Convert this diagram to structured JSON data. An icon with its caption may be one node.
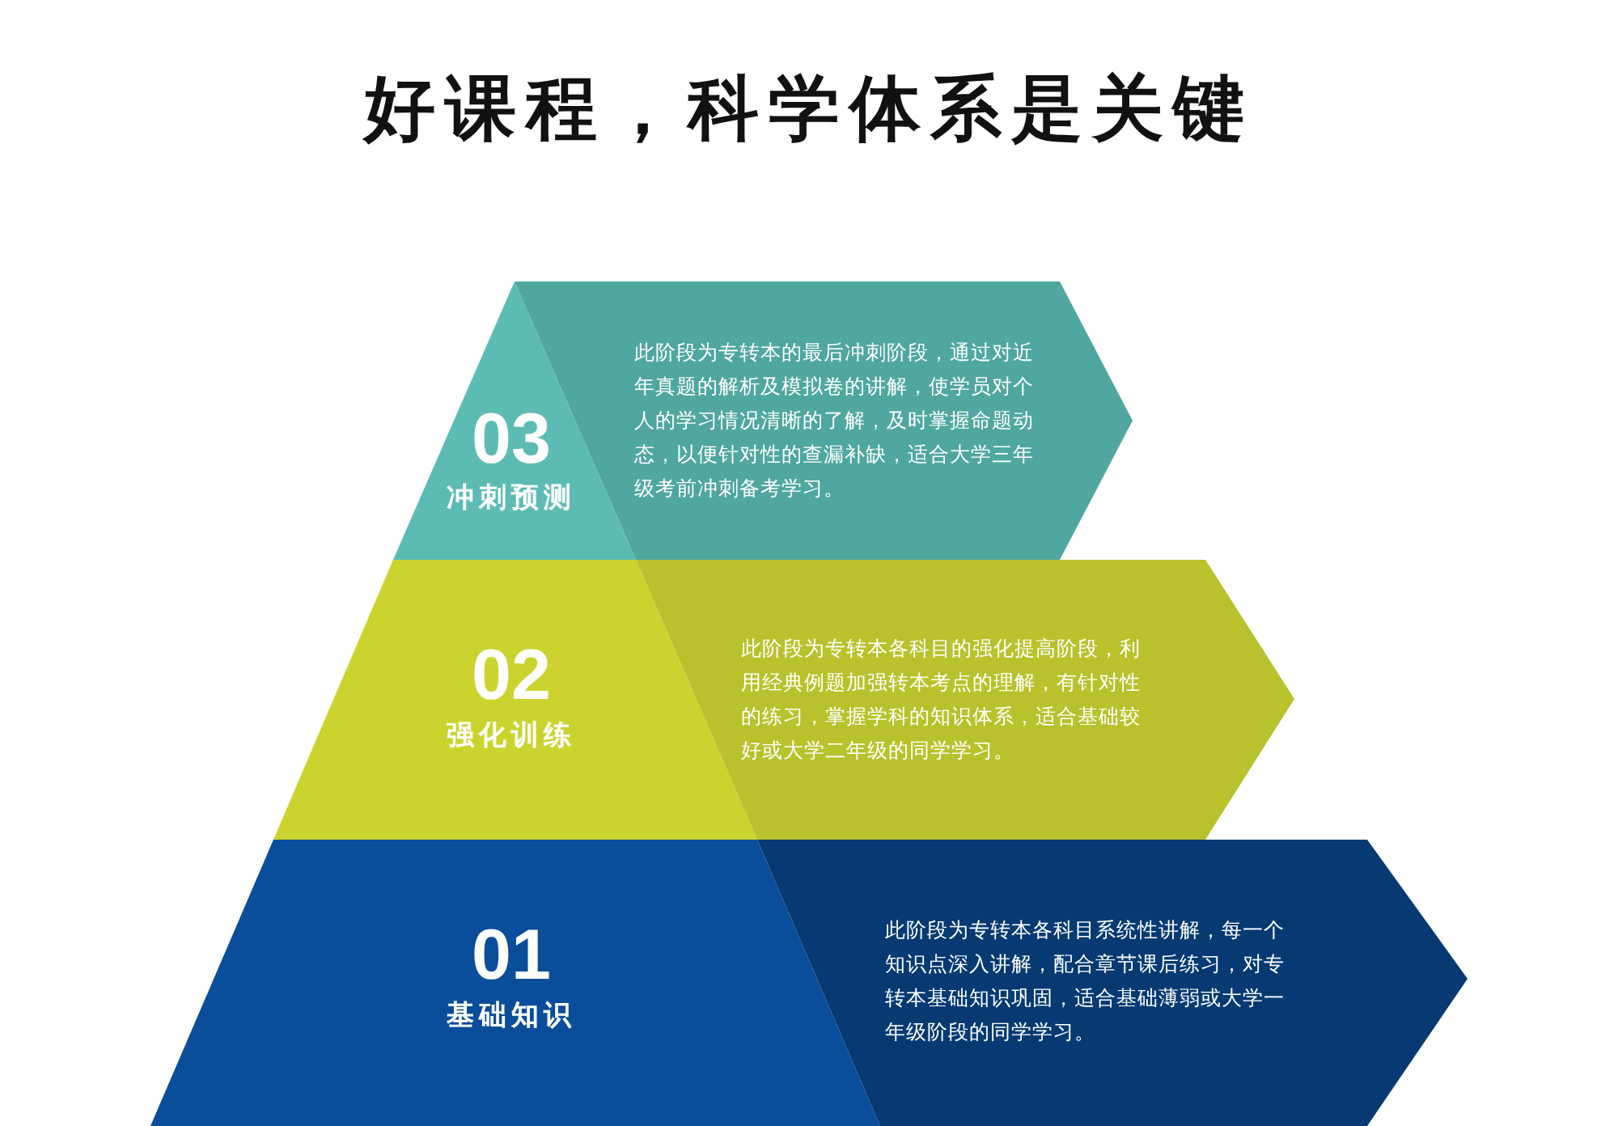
{
  "diagram": {
    "title": "好课程，科学体系是关键",
    "nodes": [
      {
        "text": [
          "03",
          "冲刺预测"
        ]
      },
      {
        "text": [
          "此阶段为专转本的最后冲刺阶段，通过对近年真题的解析及模拟卷的讲解，使学员对个人的学习情况清晰的了解，及时掌握命题动态，以便针对性的查漏补缺，适合大学三年级考前冲刺备考学习。"
        ]
      },
      {
        "text": [
          "02",
          "强化训练"
        ]
      },
      {
        "text": [
          "此阶段为专转本各科目的强化提高阶段，利用经典例题加强转本考点的理解，有针对性的练习，掌握学科的知识体系，适合基础较好或大学二年级的同学学习。"
        ]
      },
      {
        "text": [
          "01",
          "基础知识"
        ]
      },
      {
        "text": [
          "此阶段为专转本各科目系统性讲解，每一个知识点深入讲解，配合章节课后练习，对专转本基础知识巩固，适合基础薄弱或大学一年级阶段的同学学习。"
        ]
      }
    ]
  }
}
